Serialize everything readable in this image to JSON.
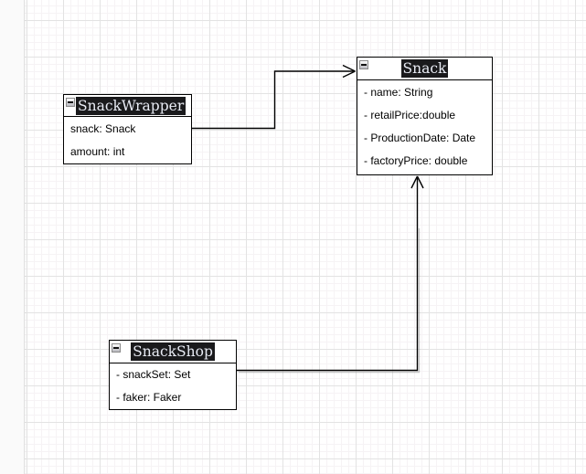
{
  "diagram": {
    "classes": [
      {
        "name": "SnackWrapper",
        "collapsed": false,
        "fields": [
          "snack: Snack",
          "amount: int"
        ]
      },
      {
        "name": "Snack",
        "collapsed": false,
        "fields": [
          "- name: String",
          "- retailPrice:double",
          "- ProductionDate: Date",
          "- factoryPrice: double"
        ]
      },
      {
        "name": "SnackShop",
        "collapsed": false,
        "fields": [
          "- snackSet: Set",
          "- faker: Faker"
        ]
      }
    ],
    "connectors": [
      {
        "from": "SnackWrapper",
        "to": "Snack",
        "arrow": "open-arrow",
        "routing": "orthogonal"
      },
      {
        "from": "SnackShop",
        "to": "Snack",
        "arrow": "open-arrow",
        "routing": "orthogonal"
      }
    ],
    "colors": {
      "box_border": "#000000",
      "box_fill": "#ffffff",
      "title_highlight_bg": "#1a1a1c",
      "title_text": "#e9ecf5",
      "field_text": "#000000",
      "grid_major": "#e3e3e3",
      "grid_minor": "#f6f3f5",
      "gutter_bg": "#fafafa",
      "edge_stroke": "#000000"
    }
  }
}
